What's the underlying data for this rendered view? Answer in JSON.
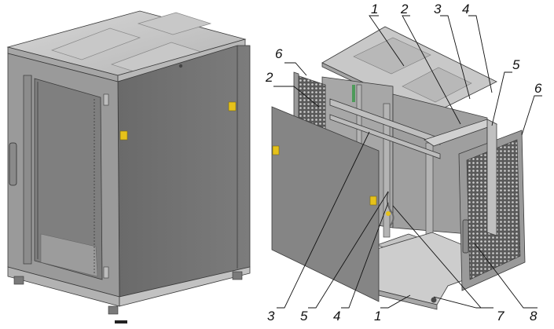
{
  "figure": {
    "callouts": [
      {
        "id": "c1-top",
        "text": "1"
      },
      {
        "id": "c2-top",
        "text": "2"
      },
      {
        "id": "c3-top",
        "text": "3"
      },
      {
        "id": "c4-top",
        "text": "4"
      },
      {
        "id": "c6-left",
        "text": "6"
      },
      {
        "id": "c2-left",
        "text": "2"
      },
      {
        "id": "c5-right",
        "text": "5"
      },
      {
        "id": "c6-right",
        "text": "6"
      },
      {
        "id": "c3-bottom",
        "text": "3"
      },
      {
        "id": "c5-bottom",
        "text": "5"
      },
      {
        "id": "c4-bottom",
        "text": "4"
      },
      {
        "id": "c1-bottom",
        "text": "1"
      },
      {
        "id": "c7-bottom",
        "text": "7"
      },
      {
        "id": "c8-bottom",
        "text": "8"
      }
    ],
    "colors": {
      "panel_dark": "#6e6e6e",
      "panel_mid": "#8d8d8d",
      "panel_light": "#bdbdbd",
      "frame": "#9a9a9a",
      "glass": "#7f7f7f",
      "latch": "#e6c21a",
      "mesh": "#4a4a4a",
      "outline": "#3a3a3a"
    }
  }
}
